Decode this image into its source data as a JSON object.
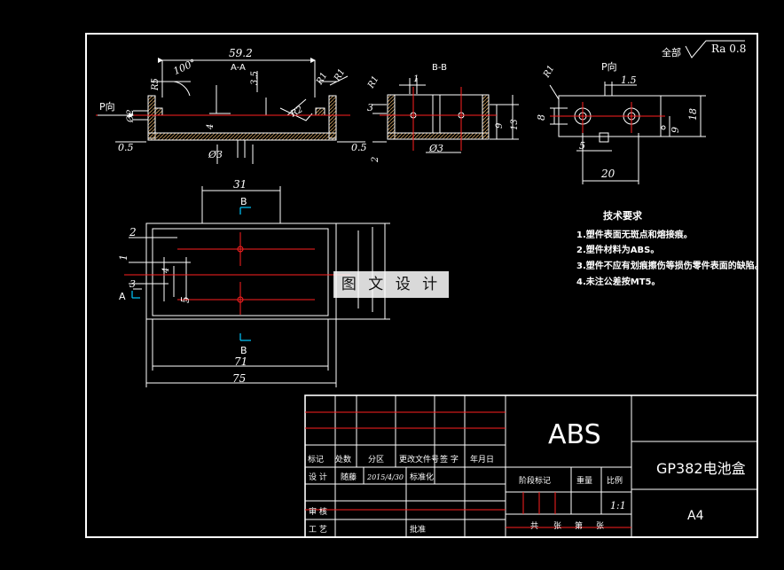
{
  "colors": {
    "background": "#000000",
    "line": "#ffffff",
    "centerline": "#ff2020",
    "hatch": "#c89a5a",
    "accent": "#00c8ff"
  },
  "roughness": {
    "prefix": "全部",
    "value": "Ra 0.8"
  },
  "views": {
    "section_aa": {
      "title": "A-A",
      "dims": [
        "59.2",
        "100°",
        "R5",
        "3.5",
        "R2",
        "R1",
        "R1",
        "4",
        "Ø2",
        "0.5",
        "0.5",
        "Ø3"
      ],
      "p_label": "P向"
    },
    "section_bb": {
      "title": "B-B",
      "dims": [
        "R1",
        "1",
        "3",
        "2",
        "Ø3",
        "9",
        "13"
      ]
    },
    "view_p": {
      "title": "P向",
      "dims": [
        "R1",
        "1.5",
        "8",
        "9",
        "18",
        "5",
        "20"
      ]
    },
    "plan": {
      "dims": [
        "31",
        "2",
        "1",
        "3",
        "4",
        "5",
        "71",
        "75"
      ],
      "labels": [
        "B",
        "B",
        "A"
      ]
    }
  },
  "tech_requirements": {
    "title": "技术要求",
    "items": [
      "1.塑件表面无斑点和熔接痕。",
      "2.塑件材料为ABS。",
      "3.塑件不应有划痕擦伤等损伤零件表面的缺陷。",
      "4.未注公差按MT5。"
    ]
  },
  "watermark": "图 文 设 计",
  "title_block": {
    "material": "ABS",
    "part_name": "GP382电池盒",
    "paper": "A4",
    "scale": "1:1",
    "row_labels": [
      "标记",
      "处数",
      "分区",
      "更改文件号",
      "签 字",
      "年月日"
    ],
    "design": "设 计",
    "designer": "随藤",
    "date": "2015/4/30",
    "standard": "标准化",
    "stage_mark": "阶段标记",
    "weight": "重量",
    "scale_label": "比例",
    "review": "审 核",
    "process": "工 艺",
    "approve": "批准",
    "sheets": [
      "共",
      "张",
      "第",
      "张"
    ]
  }
}
